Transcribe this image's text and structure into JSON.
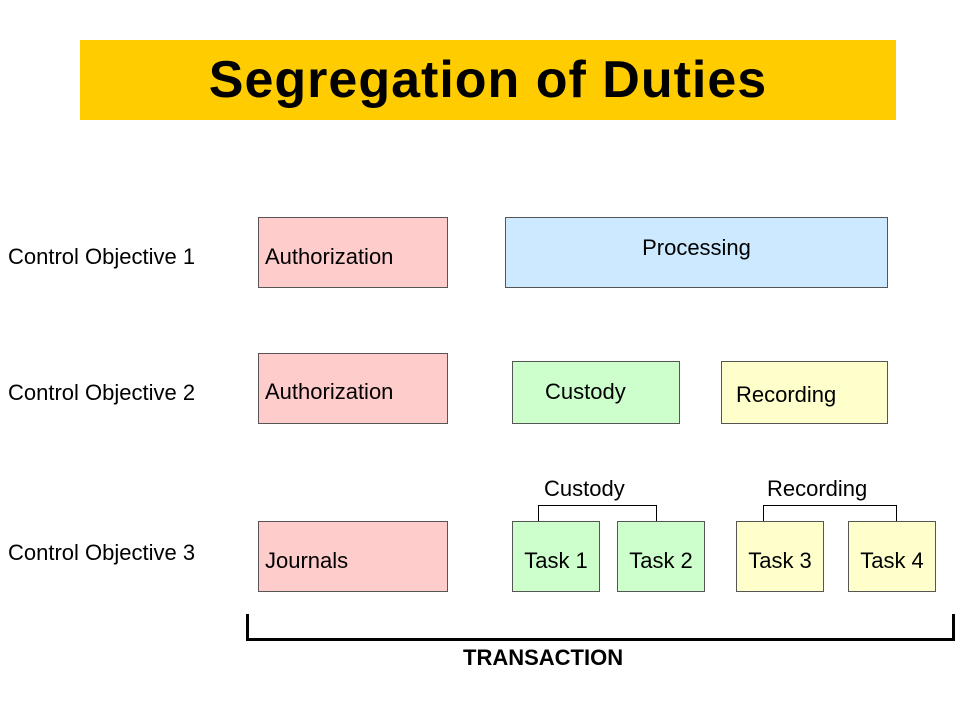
{
  "title": {
    "text": "Segregation of Duties",
    "background": "#ffcc00"
  },
  "rows": [
    {
      "objective": "Control Objective 1",
      "left_box": "Authorization",
      "process_box": "Processing"
    },
    {
      "objective": "Control Objective 2",
      "left_box": "Authorization",
      "custody_box": "Custody",
      "recording_box": "Recording"
    },
    {
      "objective": "Control Objective 3",
      "left_box": "Journals",
      "custody_group": "Custody",
      "recording_group": "Recording",
      "tasks": [
        "Task 1",
        "Task 2",
        "Task 3",
        "Task 4"
      ]
    }
  ],
  "transaction_label": "TRANSACTION",
  "colors": {
    "authorization": "#ffcccc",
    "processing": "#cce9ff",
    "custody": "#ccffcc",
    "recording": "#ffffcc"
  }
}
